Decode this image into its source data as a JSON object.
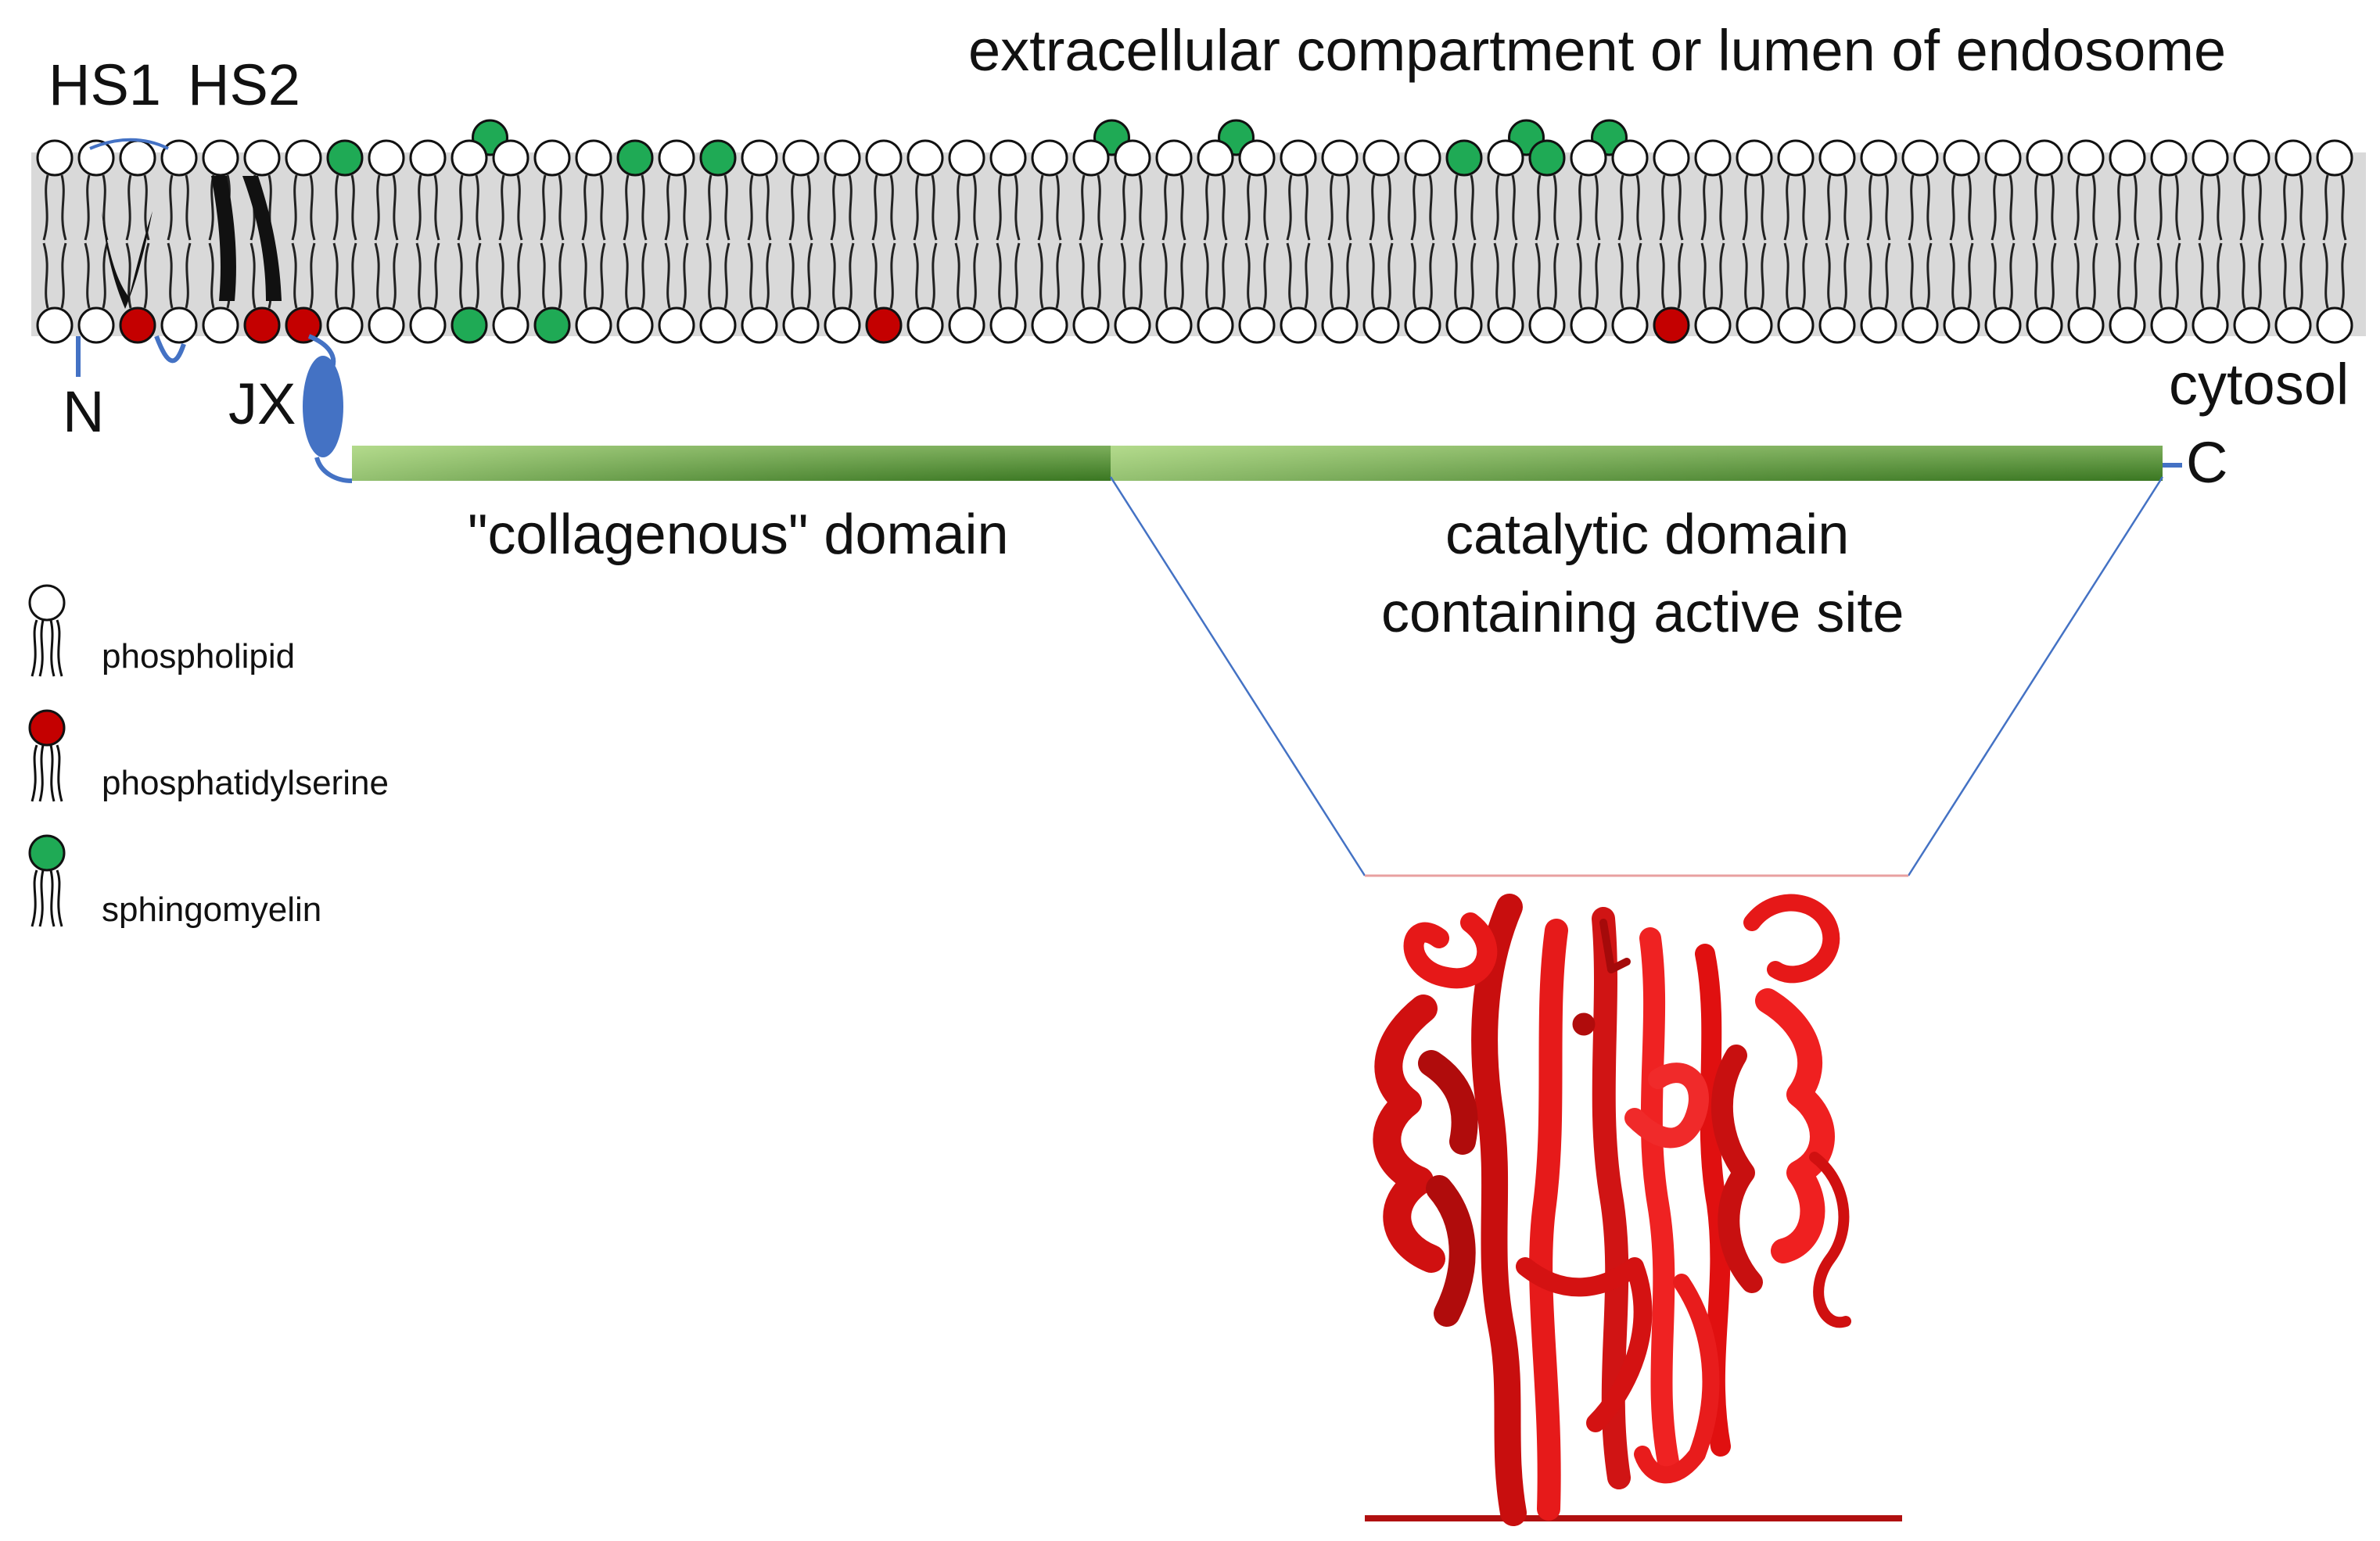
{
  "colors": {
    "phospholipid": "#ffffff",
    "phosphatidylserine": "#c40000",
    "sphingomyelin": "#1faa55",
    "linker": "#4472c4",
    "domain_green": "#6aad3f",
    "protein_red": "#e01010"
  },
  "labels": {
    "extracellular": "extracellular compartment or lumen of endosome",
    "hs1": "HS1",
    "hs2": "HS2",
    "n_term": "N",
    "jx": "JX",
    "cytosol": "cytosol",
    "c_term": "C",
    "collagenous": "\"collagenous\" domain",
    "catalytic_line1": "catalytic domain",
    "catalytic_line2": "containing active site"
  },
  "legend": {
    "items": [
      {
        "label": "phospholipid",
        "color": "#ffffff",
        "icon": "lipid-icon"
      },
      {
        "label": "phosphatidylserine",
        "color": "#c40000",
        "icon": "lipid-icon"
      },
      {
        "label": "sphingomyelin",
        "color": "#1faa55",
        "icon": "lipid-icon"
      }
    ]
  },
  "membrane": {
    "lipids_per_row": 56,
    "upper_leaflet_green_indices": [
      7,
      14,
      16,
      34,
      36
    ],
    "upper_raised_green_indices": [
      10,
      25,
      28,
      35,
      37
    ],
    "lower_leaflet_red_indices": [
      2,
      5,
      6,
      20,
      39
    ],
    "lower_leaflet_green_indices": [
      10,
      12
    ]
  }
}
